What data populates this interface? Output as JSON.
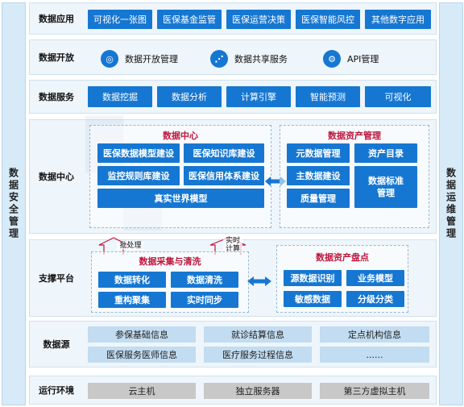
{
  "side": {
    "left": "数据安全管理",
    "right": "数据运维管理"
  },
  "layers": {
    "app": {
      "title": "数据应用",
      "items": [
        "可视化一张图",
        "医保基金监管",
        "医保运营决策",
        "医保智能风控",
        "其他数字应用"
      ]
    },
    "open": {
      "title": "数据开放",
      "items": [
        {
          "label": "数据开放管理",
          "icon": "open-data-icon"
        },
        {
          "label": "数据共享服务",
          "icon": "share-icon"
        },
        {
          "label": "API管理",
          "icon": "api-icon"
        }
      ]
    },
    "service": {
      "title": "数据服务",
      "items": [
        "数据挖掘",
        "数据分析",
        "计算引擎",
        "智能预测",
        "可视化"
      ]
    },
    "center": {
      "title": "数据中心",
      "data_center": {
        "title": "数据中心",
        "items": [
          "医保数据模型建设",
          "医保知识库建设",
          "监控规则库建设",
          "医保信用体系建设",
          "真实世界模型"
        ]
      },
      "asset_mgmt": {
        "title": "数据资产管理",
        "items": [
          "元数据管理",
          "资产目录",
          "主数据建设",
          "数据标准管理",
          "质量管理"
        ]
      }
    },
    "support": {
      "title": "支撑平台",
      "collect": {
        "title": "数据采集与清洗",
        "items": [
          "数据转化",
          "数据清洗",
          "重构聚集",
          "实时同步"
        ]
      },
      "inventory": {
        "title": "数据资产盘点",
        "items": [
          "源数据识别",
          "业务模型",
          "敏感数据",
          "分级分类"
        ]
      },
      "arrows": {
        "batch": "批处理",
        "realtime_1": "实时",
        "realtime_2": "计算"
      }
    },
    "source": {
      "title": "数据源",
      "items": [
        "参保基础信息",
        "就诊结算信息",
        "定点机构信息",
        "医保服务医师信息",
        "医疗服务过程信息",
        "......"
      ]
    },
    "env": {
      "title": "运行环境",
      "items": [
        "云主机",
        "独立服务器",
        "第三方虚拟主机"
      ]
    }
  },
  "colors": {
    "primary": "#1677d2",
    "light": "#c2dcf1",
    "accent_red": "#c0143c",
    "layer_bg": "#eef5fb",
    "side_bg": "#d6eaf8"
  }
}
